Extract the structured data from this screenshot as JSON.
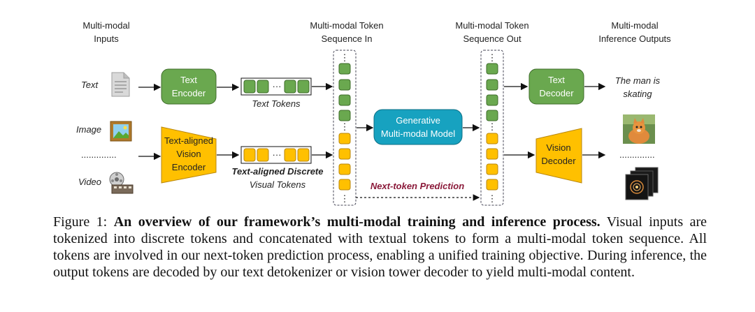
{
  "figure": {
    "headers": {
      "inputs": [
        "Multi-modal",
        "Inputs"
      ],
      "seq_in": [
        "Multi-modal Token",
        "Sequence In"
      ],
      "seq_out": [
        "Multi-modal Token",
        "Sequence Out"
      ],
      "outputs": [
        "Multi-modal",
        "Inference Outputs"
      ]
    },
    "inputs": {
      "text": "Text",
      "image": "Image",
      "dots": "..............",
      "video": "Video"
    },
    "text_encoder": [
      "Text",
      "Encoder"
    ],
    "vision_encoder": [
      "Text-aligned",
      "Vision",
      "Encoder"
    ],
    "text_tokens_label": "Text Tokens",
    "visual_tokens_label": [
      "Text-aligned Discrete",
      "Visual Tokens"
    ],
    "token_ellipsis": "···",
    "col_ellipsis": "⋮",
    "model": [
      "Generative",
      "Multi-modal Model"
    ],
    "next_token": "Next-token Prediction",
    "text_decoder": [
      "Text",
      "Decoder"
    ],
    "vision_decoder": [
      "Vision",
      "Decoder"
    ],
    "outputs": {
      "text": [
        "The man is",
        "skating"
      ],
      "dots": ".............."
    },
    "colors": {
      "green": "#6aa84f",
      "yellow": "#ffc000",
      "teal": "#17a2c0"
    },
    "icons": {
      "text_input": "document-icon",
      "image_input": "framed-picture-icon",
      "video_input": "film-reel-icon",
      "image_output": "kitten-photo-icon",
      "video_output": "video-frames-icon"
    }
  },
  "caption": {
    "label": "Figure 1:",
    "bold": "An overview of our framework’s multi-modal training and inference process.",
    "text": "Visual inputs are tokenized into discrete tokens and concatenated with textual tokens to form a multi-modal token sequence. All tokens are involved in our next-token prediction process, enabling a unified training objective. During inference, the output tokens are decoded by our text detokenizer or vision tower decoder to yield multi-modal content."
  }
}
